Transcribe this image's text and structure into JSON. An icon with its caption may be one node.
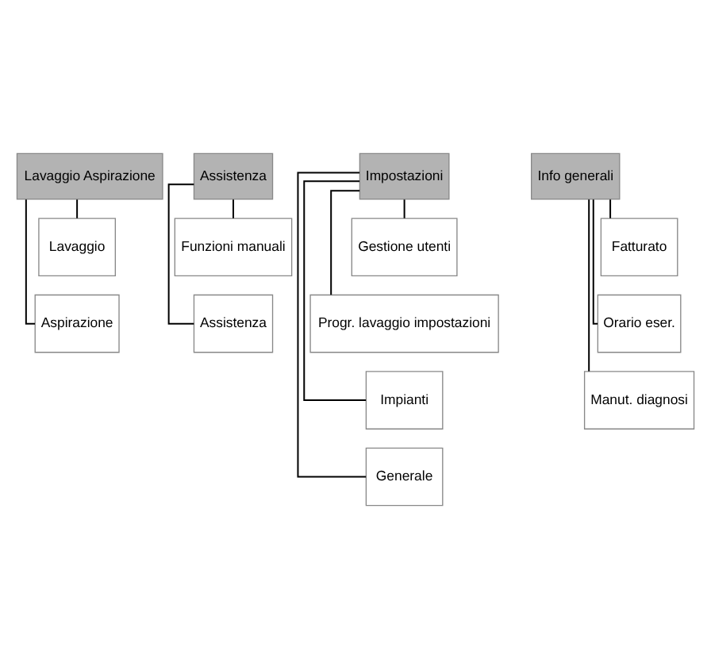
{
  "diagram": {
    "nodes": [
      {
        "text": [
          "Lavaggio Aspirazione"
        ]
      },
      {
        "text": [
          "Lavaggio"
        ]
      },
      {
        "text": [
          "Aspirazione"
        ]
      },
      {
        "text": [
          "Assistenza"
        ]
      },
      {
        "text": [
          "Funzioni manuali"
        ]
      },
      {
        "text": [
          "Assistenza"
        ]
      },
      {
        "text": [
          "Impostazioni"
        ]
      },
      {
        "text": [
          "Gestione utenti"
        ]
      },
      {
        "text": [
          "Progr. lavaggio impostazioni"
        ]
      },
      {
        "text": [
          "Impianti"
        ]
      },
      {
        "text": [
          "Generale"
        ]
      },
      {
        "text": [
          "Info generali"
        ]
      },
      {
        "text": [
          "Fatturato"
        ]
      },
      {
        "text": [
          "Orario eser."
        ]
      },
      {
        "text": [
          "Manut. diagnosi"
        ]
      }
    ],
    "edges": [
      {
        "from": 0,
        "to": 1,
        "arrow": "none"
      },
      {
        "from": 0,
        "to": 2,
        "arrow": "none"
      },
      {
        "from": 3,
        "to": 4,
        "arrow": "none"
      },
      {
        "from": 3,
        "to": 5,
        "arrow": "none"
      },
      {
        "from": 6,
        "to": 7,
        "arrow": "none"
      },
      {
        "from": 6,
        "to": 8,
        "arrow": "none"
      },
      {
        "from": 6,
        "to": 9,
        "arrow": "none"
      },
      {
        "from": 6,
        "to": 10,
        "arrow": "none"
      },
      {
        "from": 11,
        "to": 12,
        "arrow": "none"
      },
      {
        "from": 11,
        "to": 13,
        "arrow": "none"
      },
      {
        "from": 11,
        "to": 14,
        "arrow": "none"
      }
    ]
  }
}
